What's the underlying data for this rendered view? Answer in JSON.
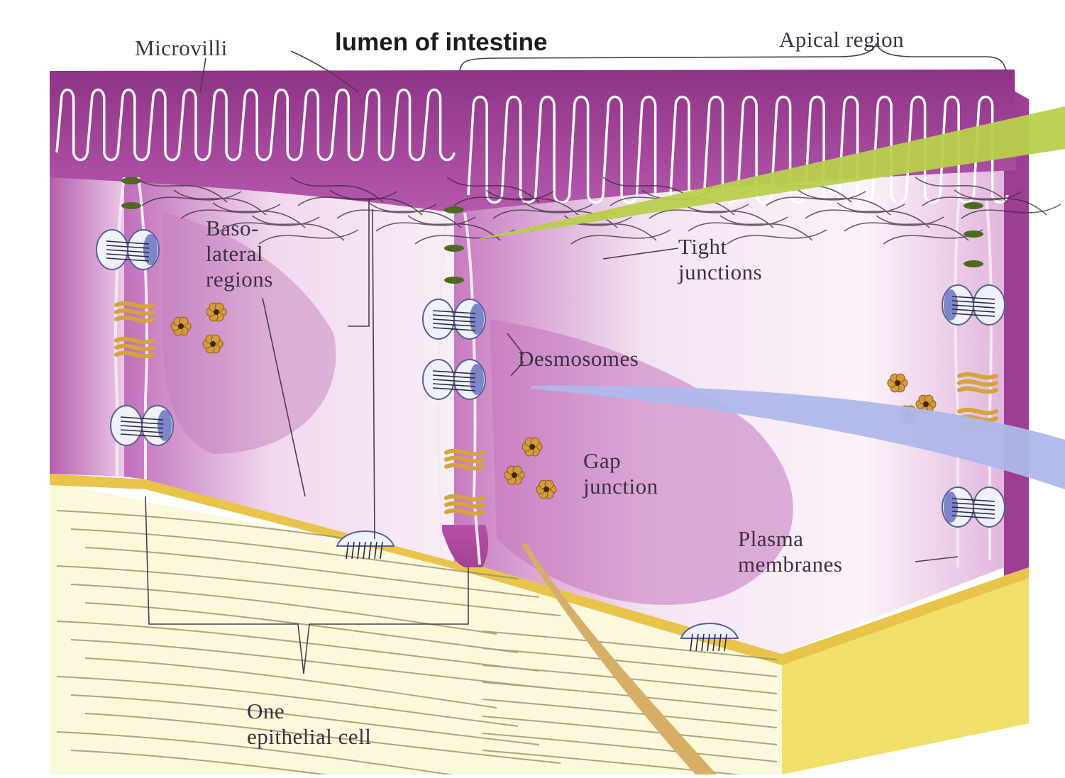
{
  "title": "lumen of intestine",
  "labels": {
    "microvilli": "Microvilli",
    "apical_region": "Apical region",
    "basolateral": [
      "Baso-",
      "lateral",
      "regions"
    ],
    "tight_junctions": [
      "Tight",
      "junctions"
    ],
    "desmosomes": "Desmosomes",
    "gap_junction": [
      "Gap",
      "junction"
    ],
    "plasma_membranes": [
      "Plasma",
      "membranes"
    ],
    "one_cell": [
      "One",
      "epithelial cell"
    ]
  },
  "colors": {
    "cytoplasm": "#a3489b",
    "cytoplasm_light": "#f3e3f1",
    "basal_lamina": "#f2d84e",
    "connective_tissue": "#fbf8d8",
    "junction_gold": "#d49a2a",
    "desmosome_plaque": "#7a86c9",
    "pointer_green": "#b8cc4a",
    "pointer_blue": "#aab4e6",
    "pointer_tan": "#d8b068"
  }
}
